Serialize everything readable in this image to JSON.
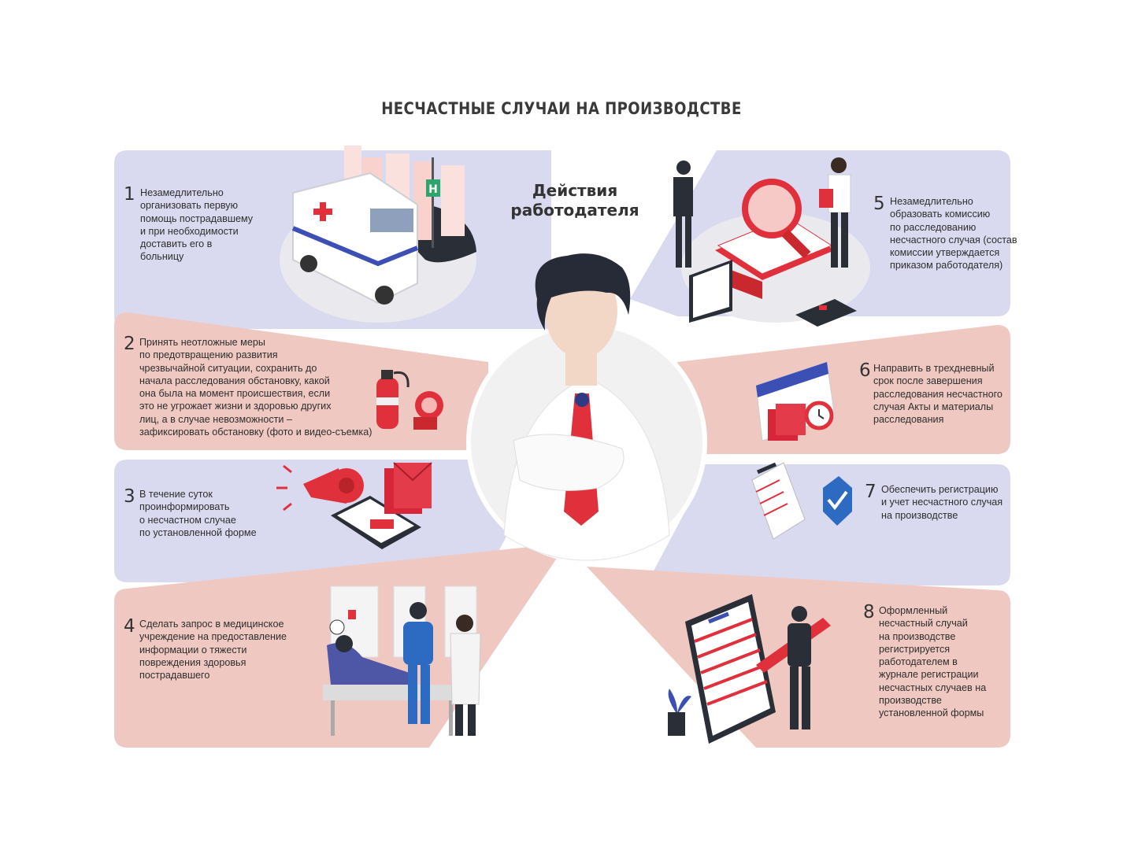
{
  "title": "НЕСЧАСТНЫЕ СЛУЧАИ НА ПРОИЗВОДСТВЕ",
  "subtitle": "Действия работодателя",
  "colors": {
    "lavender": "#d9daf0",
    "pink": "#f0c8c2",
    "red": "#e0303c",
    "navy": "#2f3a80",
    "dark": "#3a3a3a"
  },
  "icons": [
    "ambulance-icon",
    "fire-extinguisher-icon",
    "alarm-bell-icon",
    "megaphone-icon",
    "envelope-icon",
    "phone-icon",
    "hospital-bed-icon",
    "doctor-icon",
    "magnifier-icon",
    "calculator-icon",
    "calendar-icon",
    "alarm-clock-icon",
    "document-icon",
    "checkmark-icon",
    "clipboard-icon",
    "pen-icon",
    "employer-avatar"
  ],
  "steps": [
    {
      "number": "1",
      "text": "Незамедлительно\nорганизовать первую\nпомощь пострадавшему\nи при необходимости\nдоставить его в\nбольницу"
    },
    {
      "number": "2",
      "text": "Принять неотложные меры\nпо предотвращению развития\nчрезвычайной ситуации, сохранить до\nначала расследования обстановку, какой\nона была на момент происшествия, если\nэто не угрожает жизни и здоровью других\nлиц, а в случае невозможности –\nзафиксировать обстановку (фото и видео-съемка)"
    },
    {
      "number": "3",
      "text": "В течение суток\nпроинформировать\nо несчастном случае\nпо установленной форме"
    },
    {
      "number": "4",
      "text": "Сделать запрос в медицинское\nучреждение на предоставление\nинформации о тяжести\nповреждения здоровья\nпострадавшего"
    },
    {
      "number": "5",
      "text": "Незамедлительно\nобразовать комиссию\nпо расследованию\nнесчастного случая (состав\nкомиссии утверждается\nприказом работодателя)"
    },
    {
      "number": "6",
      "text": "Направить в трехдневный\nсрок после завершения\nрасследования несчастного\nслучая Акты и материалы\nрасследования"
    },
    {
      "number": "7",
      "text": "Обеспечить регистрацию\nи учет несчастного случая\nна производстве"
    },
    {
      "number": "8",
      "text": "Оформленный\nнесчастный случай\nна производстве\nрегистрируется\nработодателем в\nжурнале регистрации\nнесчастных случаев на\nпроизводстве\nустановленной формы"
    }
  ],
  "ambulance_sign": "H"
}
